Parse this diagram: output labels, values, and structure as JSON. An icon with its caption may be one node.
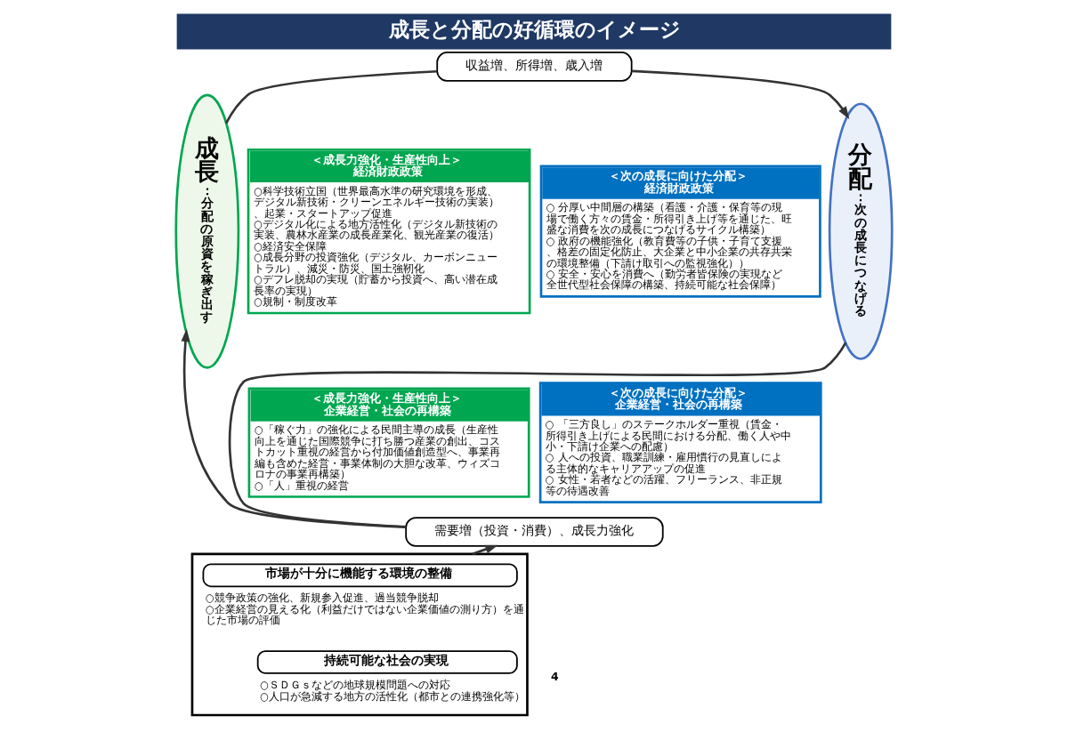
{
  "diagram": {
    "title": "成長と分配の好循環のイメージ",
    "nodes": [
      {
        "text": [
          "成長",
          "：分配の原資を稼ぎ出す"
        ]
      },
      {
        "text": [
          "収益増、所得増、歳入増"
        ]
      },
      {
        "text": [
          "分配",
          "：次の成長につなげる"
        ]
      },
      {
        "text": [
          "需要増（投資・消費）、成長力強化"
        ]
      },
      {
        "text": [
          "＜成長力強化・生産性向上＞",
          "経済財政政策",
          "○科学技術立国（世界最高水準の研究環境を形成、デジタル新技術・クリーンエネルギー技術の実装）、起業・スタートアップ促進",
          "○デジタル化による地方活性化（デジタル新技術の実装、農林水産業の成長産業化、観光産業の復活）",
          "○経済安全保障",
          "○成長分野の投資強化（デジタル、カーボンニュートラル）、減災・防災、国土強靭化",
          "○デフレ脱却の実現（貯蓄から投資へ、高い潜在成長率の実現）",
          "○規制・制度改革"
        ]
      },
      {
        "text": [
          "＜次の成長に向けた分配＞",
          "経済財政政策",
          "○ 分厚い中間層の構築（看護・介護・保育等の現場で働く方々の賃金・所得引き上げ等を通じた、旺盛な消費を次の成長につなげるサイクル構築）",
          "○ 政府の機能強化（教育費等の子供・子育て支援、格差の固定化防止、大企業と中小企業の共存共栄の環境整備（下請け取引への監視強化））",
          "○ 安全・安心を消費へ（勤労者皆保険の実現など全世代型社会保障の構築、持続可能な社会保障）"
        ]
      },
      {
        "text": [
          "＜成長力強化・生産性向上＞",
          "企業経営・社会の再構築",
          "○「稼ぐ力」の強化による民間主導の成長（生産性向上を通じた国際競争に打ち勝つ産業の創出、コストカット重視の経営から付加価値創造型へ、事業再編も含めた経営・事業体制の大胆な改革、ウィズコロナの事業再構築）",
          "○「人」重視の経営"
        ]
      },
      {
        "text": [
          "＜次の成長に向けた分配＞",
          "企業経営・社会の再構築",
          "○ 「三方良し」のステークホルダー重視（賃金・所得引き上げによる民間における分配、働く人や中小・下請け企業への配慮）",
          "○ 人への投資、職業訓練・雇用慣行の見直しによる主体的なキャリアアップの促進",
          "○ 女性・若者などの活躍、フリーランス、非正規等の待遇改善"
        ]
      },
      {
        "text": [],
        "shape": "box"
      },
      {
        "text": [
          "市場が十分に機能する環境の整備"
        ],
        "in": 8,
        "beside": [
          "○競争政策の強化、新規参入促進、過当競争脱却",
          "○企業経営の見える化（利益だけではない企業価値の測り方）を通じた市場の評価"
        ]
      },
      {
        "text": [
          "持続可能な社会の実現"
        ],
        "in": 8,
        "beside": [
          "○ＳＤＧｓなどの地球規模問題への対応",
          "○人口が急減する地方の活性化（都市との連携強化等）"
        ]
      }
    ],
    "edges": [
      {
        "from": 0,
        "to": 1,
        "arrow": "none"
      },
      {
        "from": 1,
        "to": 2,
        "arrow": "to"
      },
      {
        "from": 2,
        "to": 3,
        "arrow": "none"
      },
      {
        "from": 3,
        "to": 0,
        "arrow": "to"
      },
      {
        "from": 8,
        "to": 3,
        "arrow": "to"
      }
    ],
    "labels": [
      "4"
    ]
  }
}
